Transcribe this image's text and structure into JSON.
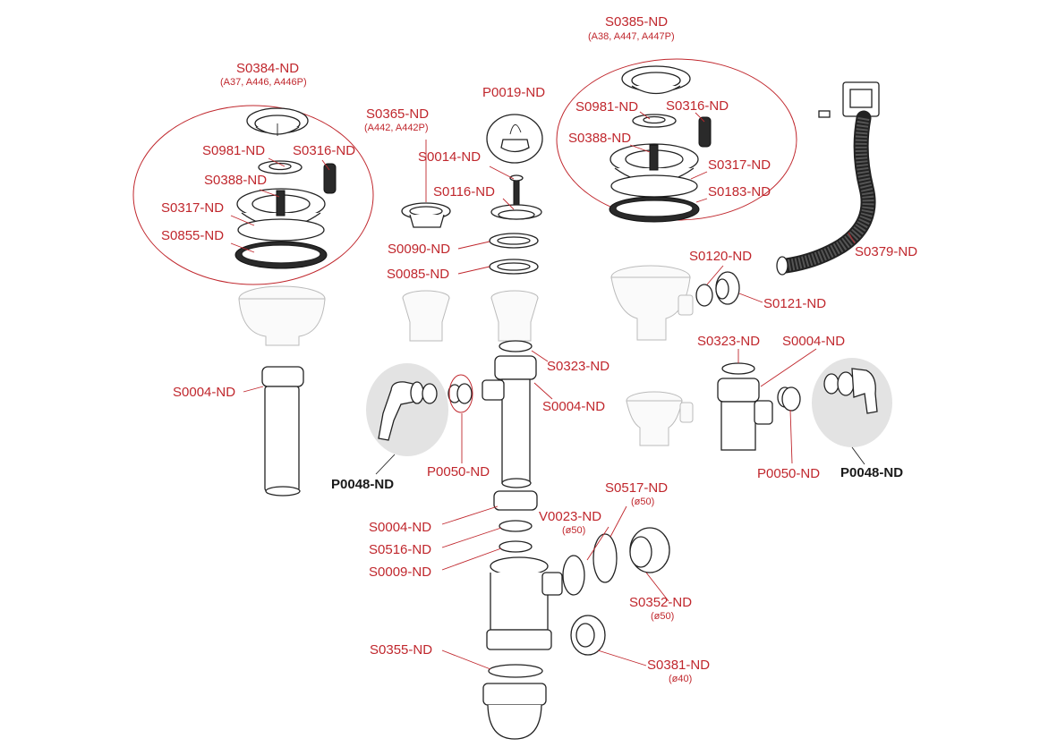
{
  "colors": {
    "label": "#c0272d",
    "line": "#222222",
    "highlight": "#e3e3e3"
  },
  "labels": {
    "s0384": "S0384-ND",
    "s0384_sub": "(A37, A446, A446P)",
    "s0981_l": "S0981-ND",
    "s0316_l": "S0316-ND",
    "s0388_l": "S0388-ND",
    "s0317_l": "S0317-ND",
    "s0855": "S0855-ND",
    "s0004_l": "S0004-ND",
    "p0048_l": "P0048-ND",
    "s0365": "S0365-ND",
    "s0365_sub": "(A442, A442P)",
    "p0019": "P0019-ND",
    "s0014": "S0014-ND",
    "s0116": "S0116-ND",
    "s0090": "S0090-ND",
    "s0085": "S0085-ND",
    "s0323_c": "S0323-ND",
    "s0004_c": "S0004-ND",
    "p0050_c": "P0050-ND",
    "s0004_b": "S0004-ND",
    "s0516": "S0516-ND",
    "s0009": "S0009-ND",
    "v0023": "V0023-ND",
    "v0023_sub": "(ø50)",
    "s0517": "S0517-ND",
    "s0517_sub": "(ø50)",
    "s0352": "S0352-ND",
    "s0352_sub": "(ø50)",
    "s0355": "S0355-ND",
    "s0381": "S0381-ND",
    "s0381_sub": "(ø40)",
    "s0385": "S0385-ND",
    "s0385_sub": "(A38, A447, A447P)",
    "s0981_r": "S0981-ND",
    "s0316_r": "S0316-ND",
    "s0388_r": "S0388-ND",
    "s0317_r": "S0317-ND",
    "s0183": "S0183-ND",
    "s0379": "S0379-ND",
    "s0120": "S0120-ND",
    "s0121": "S0121-ND",
    "s0323_r": "S0323-ND",
    "s0004_r": "S0004-ND",
    "p0050_r": "P0050-ND",
    "p0048_r": "P0048-ND"
  }
}
